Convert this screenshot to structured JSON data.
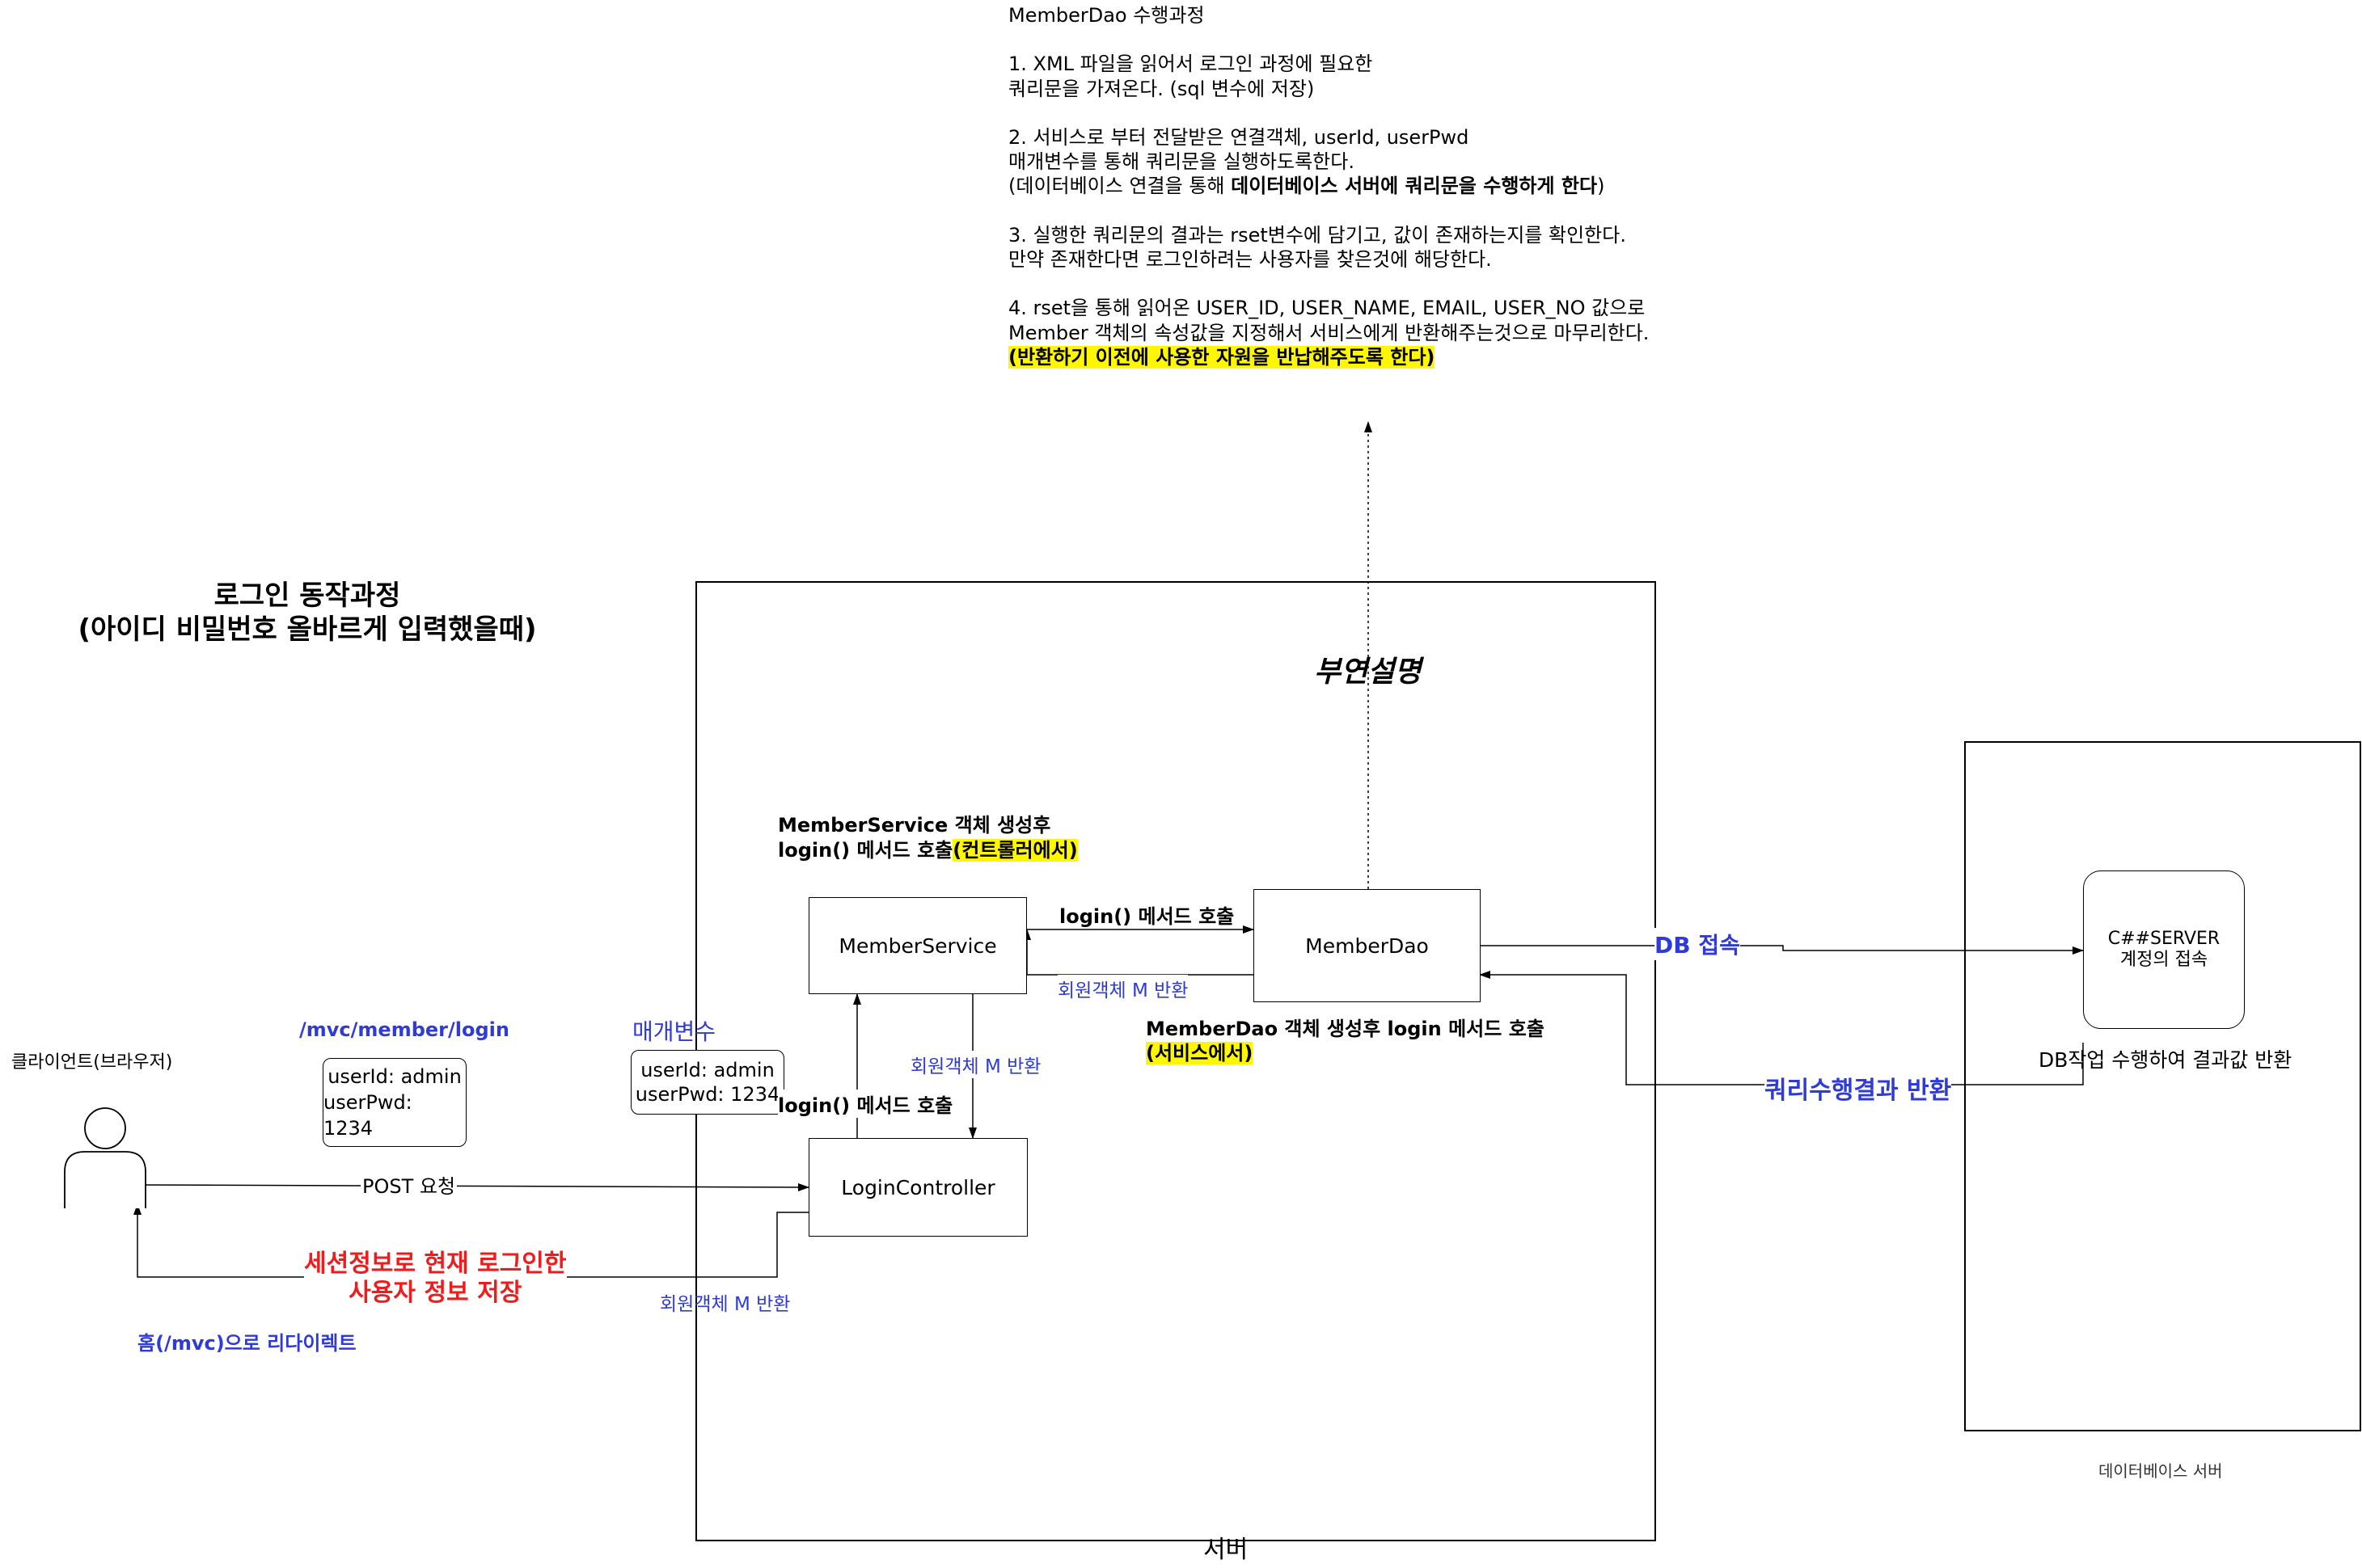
{
  "notes": {
    "title": "MemberDao 수행과정",
    "s1_l1": "1. XML 파일을 읽어서 로그인 과정에 필요한",
    "s1_l2": "쿼리문을 가져온다. (sql 변수에 저장)",
    "s2_l1": "2. 서비스로 부터 전달받은 연결객체, userId, userPwd",
    "s2_l2": "매개변수를 통해 쿼리문을 실행하도록한다.",
    "s2_l3a": "(데이터베이스 연결을 통해 ",
    "s2_l3b": "데이터베이스 서버에 쿼리문을 수행하게 한다",
    "s2_l3c": ")",
    "s3_l1": "3. 실행한 쿼리문의 결과는 rset변수에 담기고, 값이 존재하는지를 확인한다.",
    "s3_l2": "만약 존재한다면 로그인하려는 사용자를 찾은것에 해당한다.",
    "s4_l1": "4. rset을 통해 읽어온 USER_ID, USER_NAME, EMAIL, USER_NO 값으로",
    "s4_l2": "Member 객체의 속성값을 지정해서 서비스에게 반환해주는것으로 마무리한다.",
    "s4_l3": "(반환하기 이전에 사용한 자원을 반납해주도록 한다)"
  },
  "title": {
    "line1": "로그인 동작과정",
    "line2": "(아이디 비밀번호 올바르게 입력했을때)"
  },
  "extra_label": "부연설명",
  "server_label": "서버",
  "db_server_label": "데이터베이스 서버",
  "client_label": "클라이언트(브라우저)",
  "url_label": "/mvc/member/login",
  "params": {
    "id": "userId: admin",
    "pwd": "userPwd: 1234"
  },
  "param_label": "매개변수",
  "params2": {
    "id": "userId: admin",
    "pwd": "userPwd: 1234"
  },
  "post_label": "POST 요청",
  "session": {
    "line1": "세션정보로 현재 로그인한",
    "line2": "사용자 정보 저장"
  },
  "redirect_label": "홈(/mvc)으로 리다이렉트",
  "return_m_bottom": "회원객체 M 반환",
  "controller_label": "LoginController",
  "service_label": "MemberService",
  "dao_label": "MemberDao",
  "service_note": {
    "line1": "MemberService 객체 생성후",
    "line2a": "login() 메서드 호출",
    "line2b": "(컨트롤러에서)"
  },
  "login_call_controller": "login() 메서드 호출",
  "return_m_right": "회원객체 M 반환",
  "login_call_service": "login() 메서드 호출",
  "return_m_mid": "회원객체 M 반환",
  "dao_note": {
    "line1": "MemberDao 객체 생성후 login 메서드 호출",
    "line2": "(서비스에서)"
  },
  "db_connect": "DB 접속",
  "query_result": "쿼리수행결과 반환",
  "db_box": {
    "line1": "C##SERVER",
    "line2": "계정의 접속"
  },
  "db_work": "DB작업 수행하여 결과값 반환",
  "colors": {
    "blue": "#2f3bd6",
    "red": "#ee1c1c",
    "highlight": "#fff700"
  },
  "icons": {
    "client": "user-icon"
  }
}
